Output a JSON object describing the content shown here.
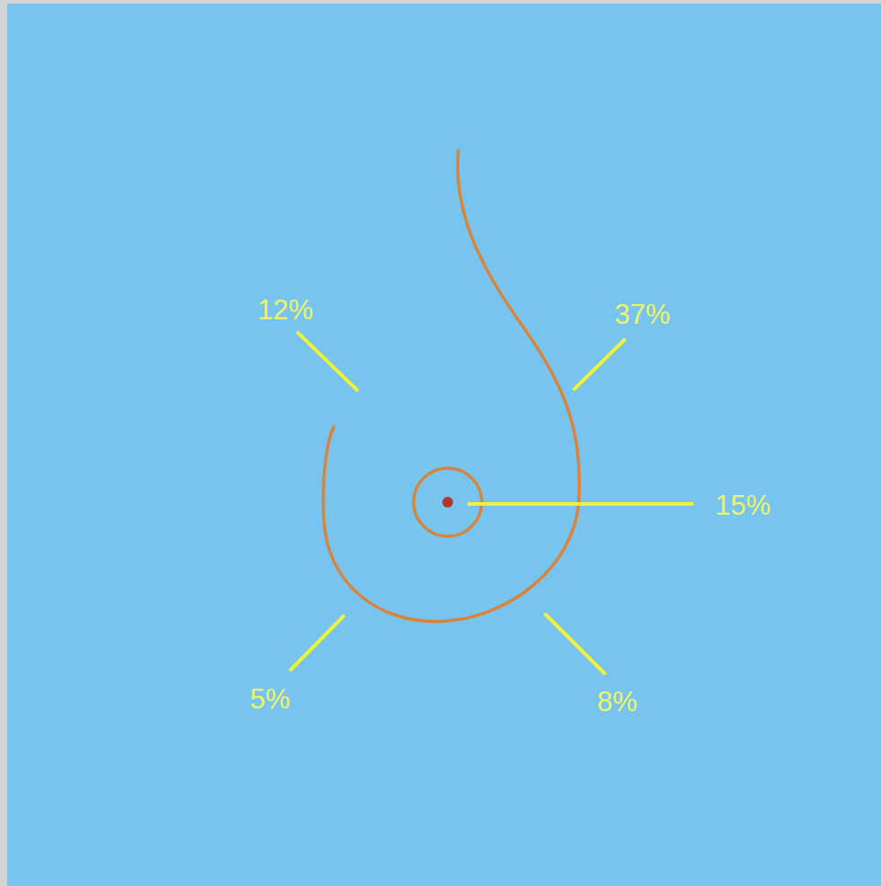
{
  "diagram": {
    "labels": [
      "12%",
      "37%",
      "15%",
      "5%",
      "8%"
    ]
  }
}
